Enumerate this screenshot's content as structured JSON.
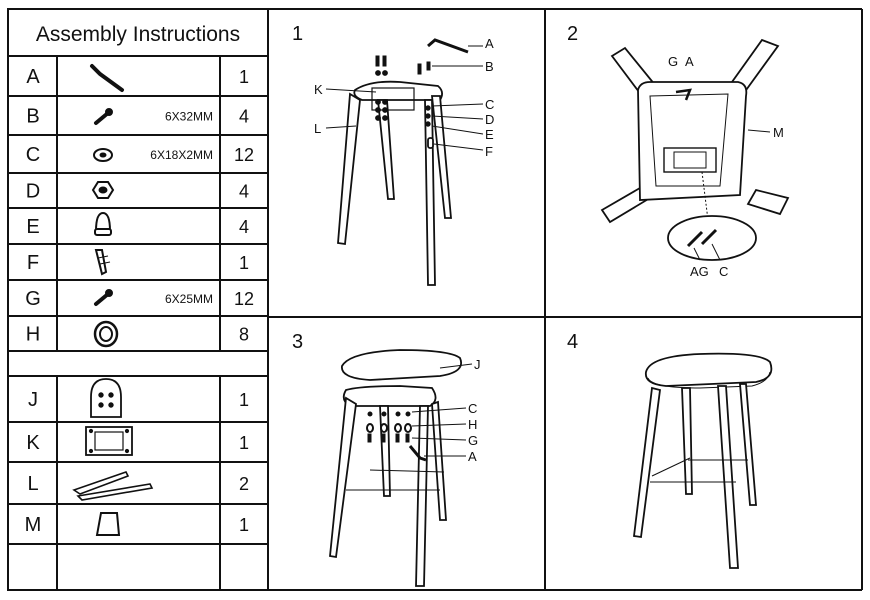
{
  "title": "Assembly Instructions",
  "parts": [
    {
      "letter": "A",
      "size": "",
      "qty": "1",
      "icon": "allen-key-icon"
    },
    {
      "letter": "B",
      "size": "6X32MM",
      "qty": "4",
      "icon": "bolt-icon"
    },
    {
      "letter": "C",
      "size": "6X18X2MM",
      "qty": "12",
      "icon": "washer-icon"
    },
    {
      "letter": "D",
      "size": "",
      "qty": "4",
      "icon": "hex-nut-icon"
    },
    {
      "letter": "E",
      "size": "",
      "qty": "4",
      "icon": "cap-nut-icon"
    },
    {
      "letter": "F",
      "size": "",
      "qty": "1",
      "icon": "anchor-screw-icon"
    },
    {
      "letter": "G",
      "size": "6X25MM",
      "qty": "12",
      "icon": "bolt-icon"
    },
    {
      "letter": "H",
      "size": "",
      "qty": "8",
      "icon": "spring-washer-icon"
    },
    {
      "letter": "J",
      "size": "",
      "qty": "1",
      "icon": "seat-icon"
    },
    {
      "letter": "K",
      "size": "",
      "qty": "1",
      "icon": "mounting-plate-icon"
    },
    {
      "letter": "L",
      "size": "",
      "qty": "2",
      "icon": "leg-icon"
    },
    {
      "letter": "M",
      "size": "",
      "qty": "1",
      "icon": "footrest-icon"
    }
  ],
  "steps": [
    {
      "number": "1",
      "callouts": [
        "A",
        "B",
        "K",
        "L",
        "C",
        "D",
        "E",
        "F"
      ]
    },
    {
      "number": "2",
      "callouts": [
        "G",
        "A",
        "M",
        "AG",
        "C"
      ]
    },
    {
      "number": "3",
      "callouts": [
        "J",
        "C",
        "H",
        "G",
        "A"
      ]
    },
    {
      "number": "4",
      "callouts": []
    }
  ]
}
